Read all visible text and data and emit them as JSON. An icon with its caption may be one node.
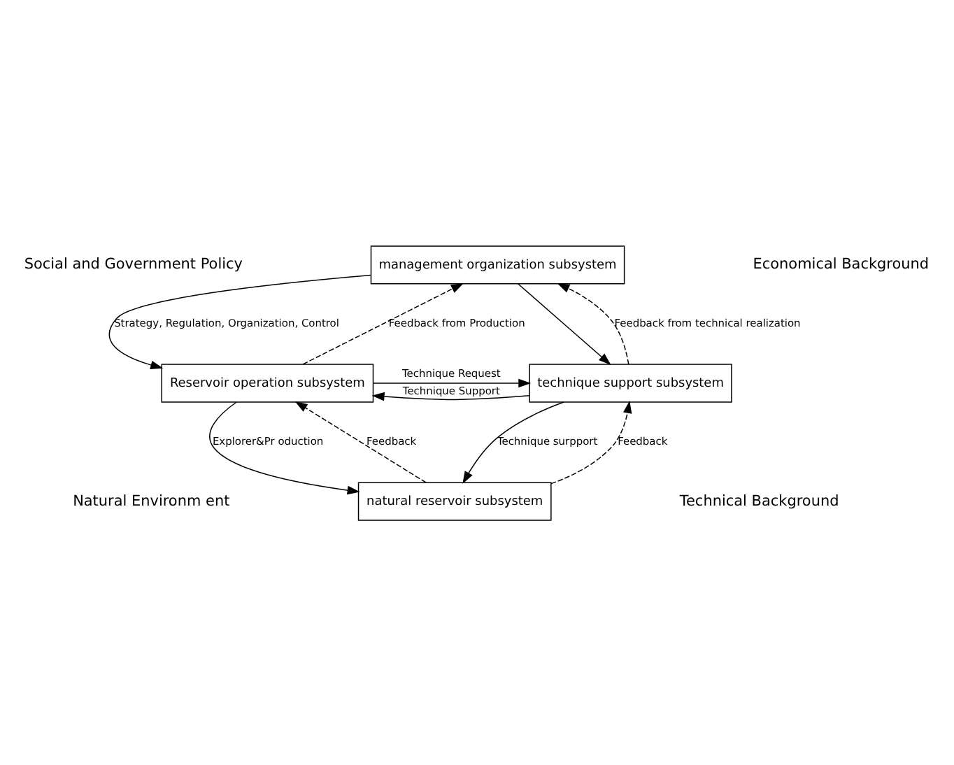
{
  "diagram": {
    "nodes": [
      {
        "text": [
          "management organization subsystem"
        ]
      },
      {
        "text": [
          "Reservoir operation subsystem"
        ]
      },
      {
        "text": [
          "technique support subsystem"
        ]
      },
      {
        "text": [
          "natural reservoir subsystem"
        ]
      }
    ],
    "edges": [
      {
        "from": 0,
        "to": 1,
        "arrow": "to",
        "label": "Strategy, Regulation, Organization, Control"
      },
      {
        "from": 0,
        "to": 2,
        "arrow": "to"
      },
      {
        "from": 1,
        "to": 0,
        "arrow": "to",
        "style": "dashed",
        "label": "Feedback from Production"
      },
      {
        "from": 2,
        "to": 0,
        "arrow": "to",
        "style": "dashed",
        "label": "Feedback from technical realization"
      },
      {
        "from": 2,
        "to": 1,
        "arrow": "to",
        "label": "Technique Support"
      },
      {
        "from": 1,
        "to": 2,
        "arrow": "to",
        "label": "Technique Request"
      },
      {
        "from": 1,
        "to": 3,
        "arrow": "to",
        "label": "Explorer&Pr oduction"
      },
      {
        "from": 3,
        "to": 1,
        "arrow": "to",
        "style": "dashed",
        "label": "Feedback"
      },
      {
        "from": 3,
        "to": 2,
        "arrow": "to",
        "style": "dashed",
        "label": "Feedback"
      },
      {
        "from": 2,
        "to": 3,
        "arrow": "to",
        "label": "Technique surpport"
      }
    ],
    "labels": [
      "Social and Government Policy",
      "Economical Background",
      "Natural Environm ent",
      "Technical Background"
    ]
  }
}
